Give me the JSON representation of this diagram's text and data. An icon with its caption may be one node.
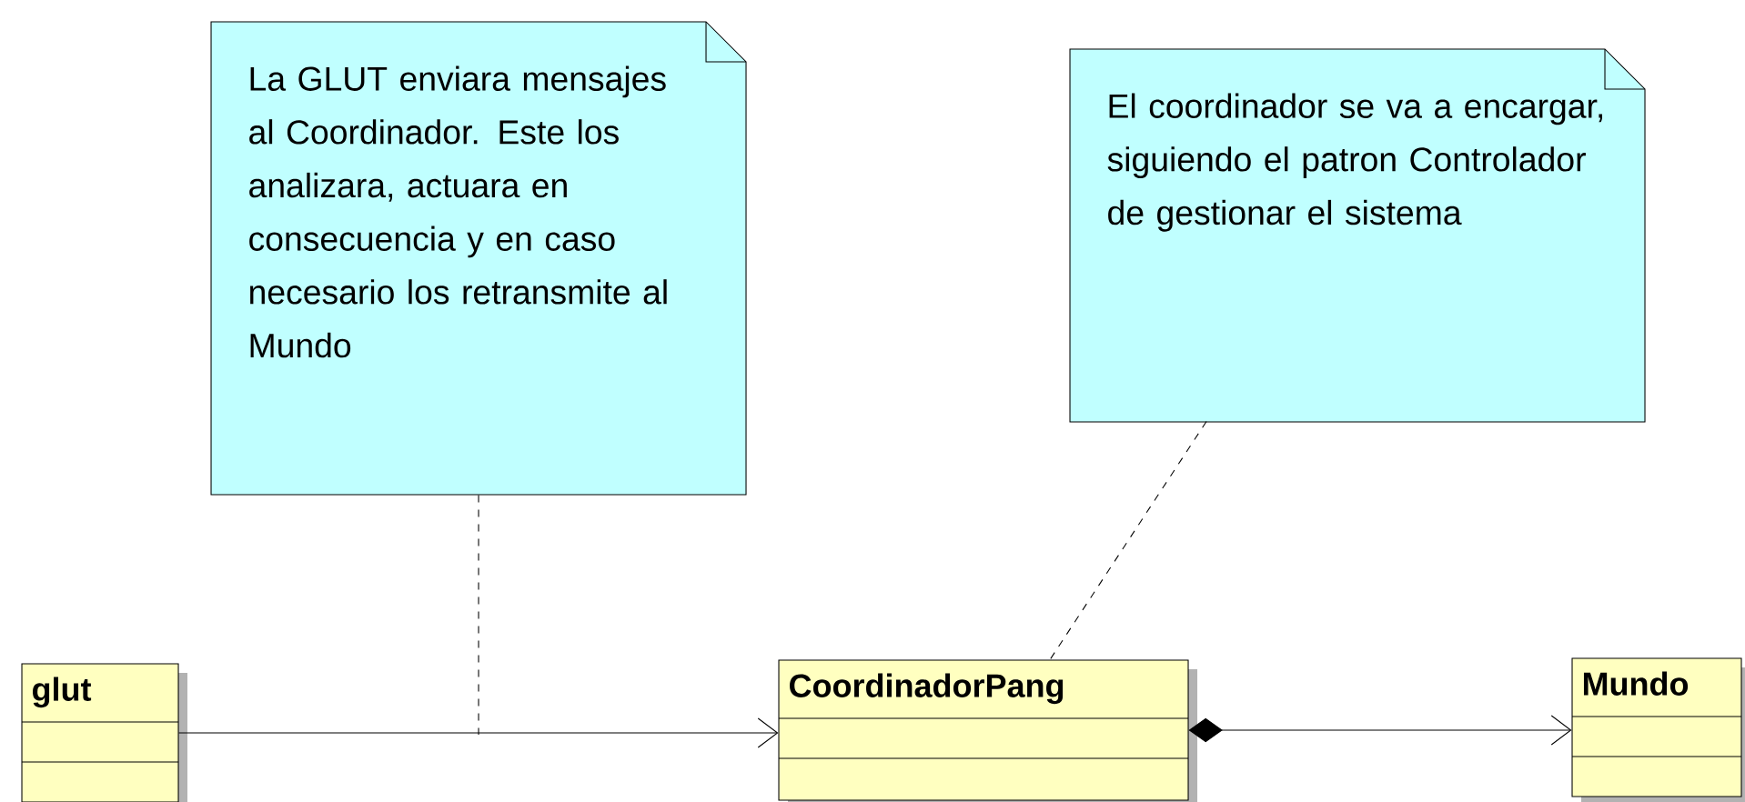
{
  "diagram": {
    "nodes": [
      {
        "text": [
          "La GLUT enviara mensajes al Coordinador. Este los analizara, actuara en consecuencia y en caso necesario los retransmite al Mundo"
        ]
      },
      {
        "text": [
          "El coordinador se va a encargar, siguiendo el patron Controlador de gestionar el sistema"
        ]
      },
      {
        "text": [
          "glut"
        ]
      },
      {
        "text": [
          "CoordinadorPang"
        ]
      },
      {
        "text": [
          "Mundo"
        ]
      }
    ],
    "edges": [
      {
        "from": 2,
        "to": 3,
        "arrow": "to"
      },
      {
        "from": 3,
        "to": 4,
        "arrow": "to"
      },
      {
        "from": 0,
        "to": null,
        "arrow": "none",
        "style": "dashed"
      },
      {
        "from": 1,
        "to": 3,
        "arrow": "none",
        "style": "dashed"
      }
    ]
  }
}
